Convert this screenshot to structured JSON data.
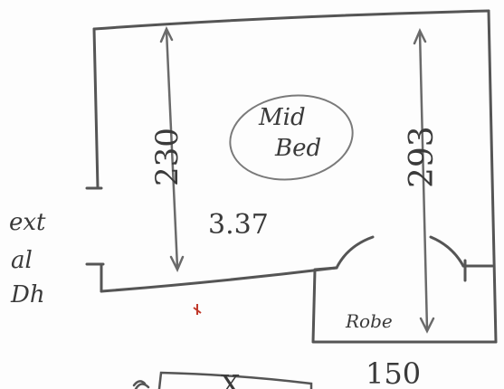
{
  "room": {
    "name_line1": "Mid",
    "name_line2": "Bed",
    "length_label": "3.37",
    "height_left_label": "230",
    "height_right_label": "293"
  },
  "side_note": {
    "line1": "ext",
    "line2": "al",
    "line3": "Dh"
  },
  "robe": {
    "label": "Robe",
    "width_label": "150"
  },
  "lower_room": {
    "mark": "X"
  },
  "colors": {
    "pencil": "#4a4a4a",
    "pencil_light": "#8a8a8a",
    "paper": "#fdfdfd",
    "red_mark": "#c0392b"
  }
}
